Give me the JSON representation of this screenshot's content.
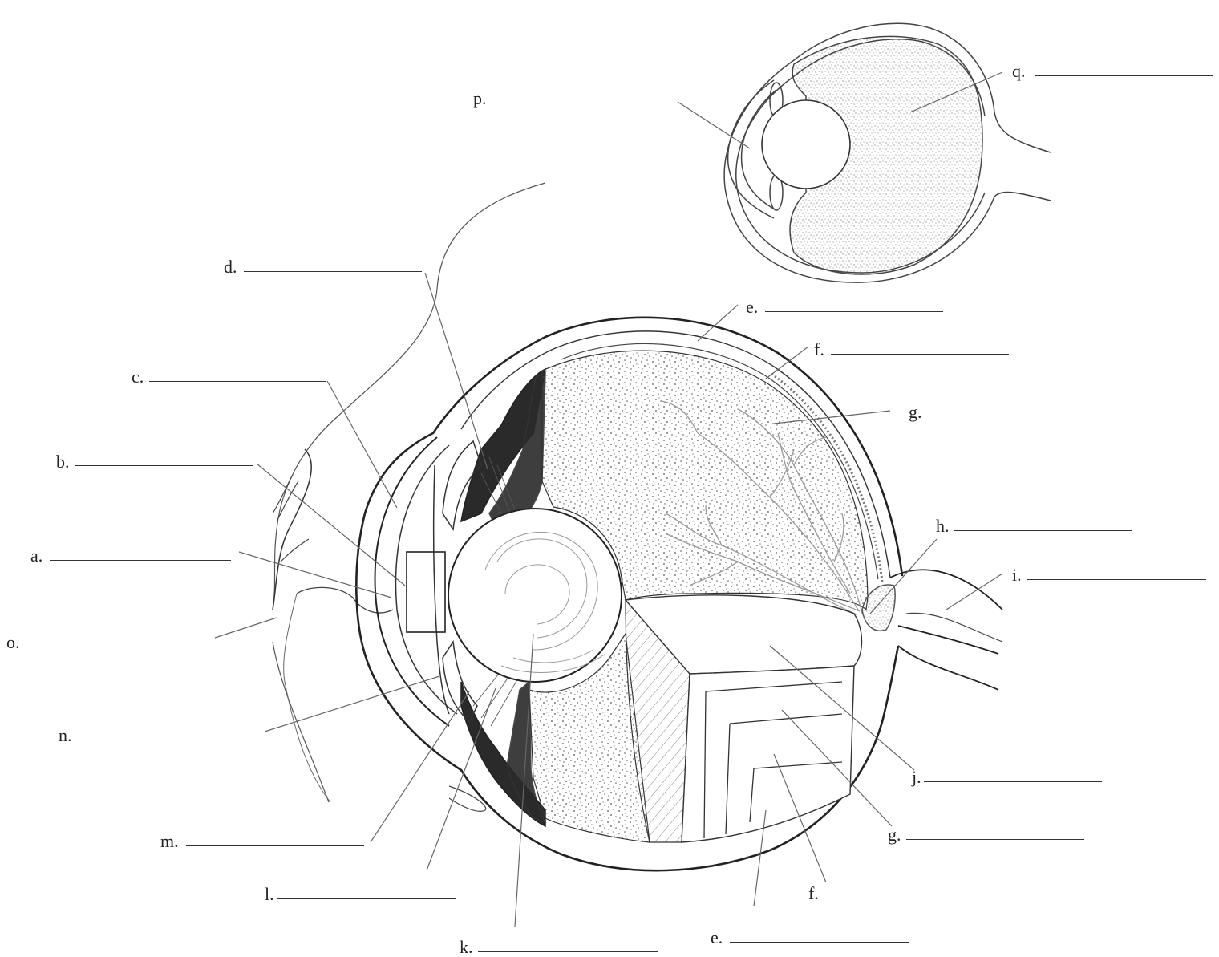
{
  "labels": {
    "a": "a.",
    "b": "b.",
    "c": "c.",
    "d": "d.",
    "e_top": "e.",
    "f_top": "f.",
    "g_top": "g.",
    "h": "h.",
    "i": "i.",
    "j": "j.",
    "g_bottom": "g.",
    "f_bottom": "f.",
    "e_bottom": "e.",
    "k": "k.",
    "l": "l.",
    "m": "m.",
    "n": "n.",
    "o": "o.",
    "p": "p.",
    "q": "q."
  },
  "colors": {
    "ink": "#333333",
    "choroid_dark": "#2a2a2a",
    "stipple": "#555555",
    "vessel": "#999999"
  }
}
